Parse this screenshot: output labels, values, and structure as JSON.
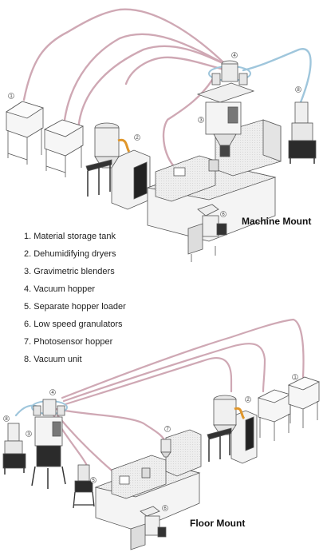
{
  "legend": [
    "1. Material storage tank",
    "2. Dehumidifying dryers",
    "3. Gravimetric blenders",
    "4. Vacuum hopper",
    "5. Separate hopper loader",
    "6. Low speed granulators",
    "7. Photosensor hopper",
    "8. Vacuum unit"
  ],
  "titles": {
    "machine_mount": "Machine Mount",
    "floor_mount": "Floor Mount"
  },
  "markers": {
    "n1": "1",
    "n2": "2",
    "n3": "3",
    "n4": "4",
    "n5": "5",
    "n6": "6",
    "n7": "7",
    "n8": "8"
  },
  "colors": {
    "pipe_pink": "#cfa8b4",
    "pipe_blue": "#9fc6dc",
    "dryer_hopper_orange": "#e0962a",
    "line": "#555555",
    "machine_fill": "#eeeeee"
  }
}
